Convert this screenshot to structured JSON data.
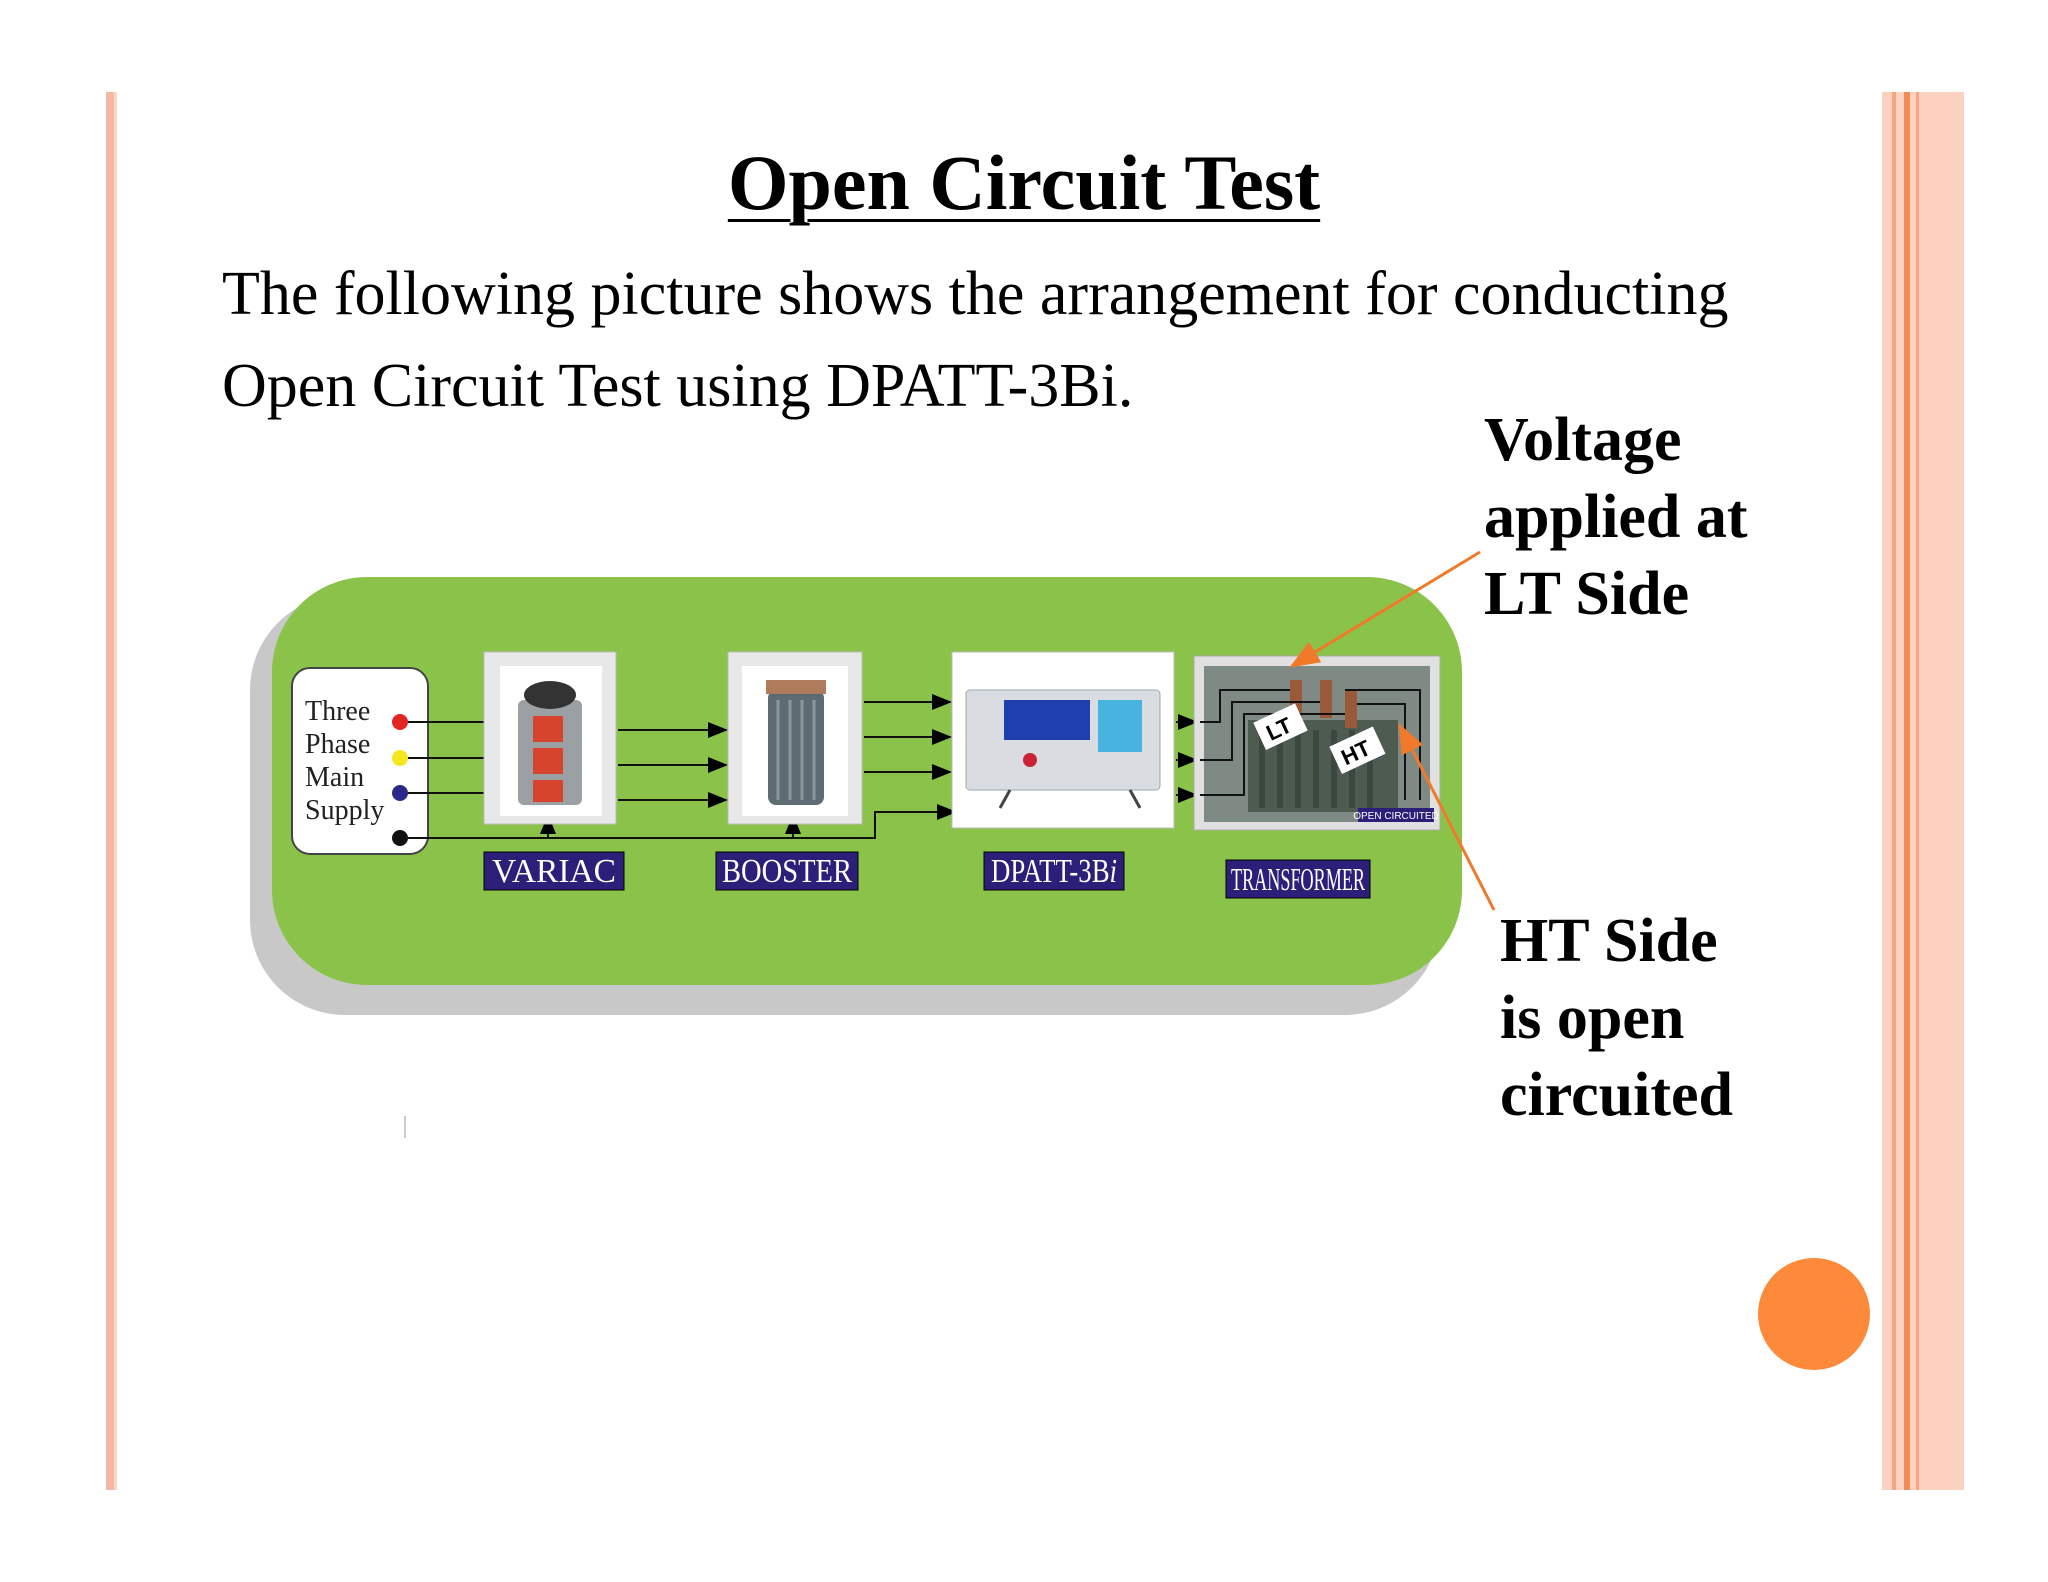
{
  "slide": {
    "title": "Open Circuit Test",
    "intro_line1": "The following picture shows the arrangement for conducting",
    "intro_line2": "Open Circuit Test using DPATT-3Bi."
  },
  "callouts": {
    "lt": [
      "Voltage",
      "applied at",
      "LT Side"
    ],
    "ht": [
      "HT Side",
      "is open",
      "circuited"
    ]
  },
  "diagram": {
    "supply_lines": [
      "Three",
      "Phase",
      "Main",
      "Supply"
    ],
    "labels": {
      "variac": "VARIAC",
      "booster": "BOOSTER",
      "dpatt": "DPATT-3B",
      "dpatt_suffix": "i",
      "transformer": "TRANSFORMER"
    },
    "transformer_tags": {
      "lt": "LT",
      "ht": "HT",
      "open": "OPEN CIRCUITED"
    },
    "terminal_colors": [
      "#e52521",
      "#f4e61f",
      "#2b2a8a",
      "#111111"
    ],
    "colors": {
      "panel": "#8bc34a",
      "label_bg": "#2c1f7a",
      "arrow": "#f07a2a",
      "accent": "#fd8a3a"
    }
  }
}
